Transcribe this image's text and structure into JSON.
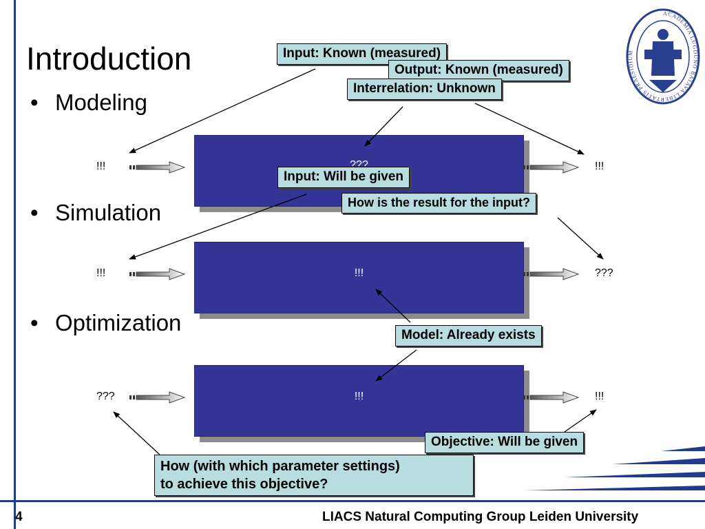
{
  "title": "Introduction",
  "bullets": [
    "Modeling",
    "Simulation",
    "Optimization"
  ],
  "rows": [
    {
      "input": "!!!",
      "box": "???",
      "output": "!!!"
    },
    {
      "input": "!!!",
      "box": "!!!",
      "output": "???"
    },
    {
      "input": "???",
      "box": "!!!",
      "output": "!!!"
    }
  ],
  "callouts": {
    "input_known": "Input: Known (measured)",
    "output_known": "Output: Known (measured)",
    "interrelation": "Interrelation: Unknown",
    "input_given": "Input: Will be given",
    "result_question": "How is the result for the input?",
    "model_exists": "Model: Already exists",
    "objective_given": "Objective: Will be given",
    "how_line1": "How (with which parameter settings)",
    "how_line2": "to achieve this objective?"
  },
  "footer": {
    "page_number": "4",
    "group": "LIACS Natural Computing Group Leiden University"
  },
  "colors": {
    "box": "#353598",
    "callout": "#b7dde0",
    "accent": "#1f3b8c"
  },
  "logo": {
    "icon": "leiden-university-seal-icon",
    "text": "ACADEMIA LUGDUNO BATAVA LIBERTATIS PRAESIDIUM"
  }
}
